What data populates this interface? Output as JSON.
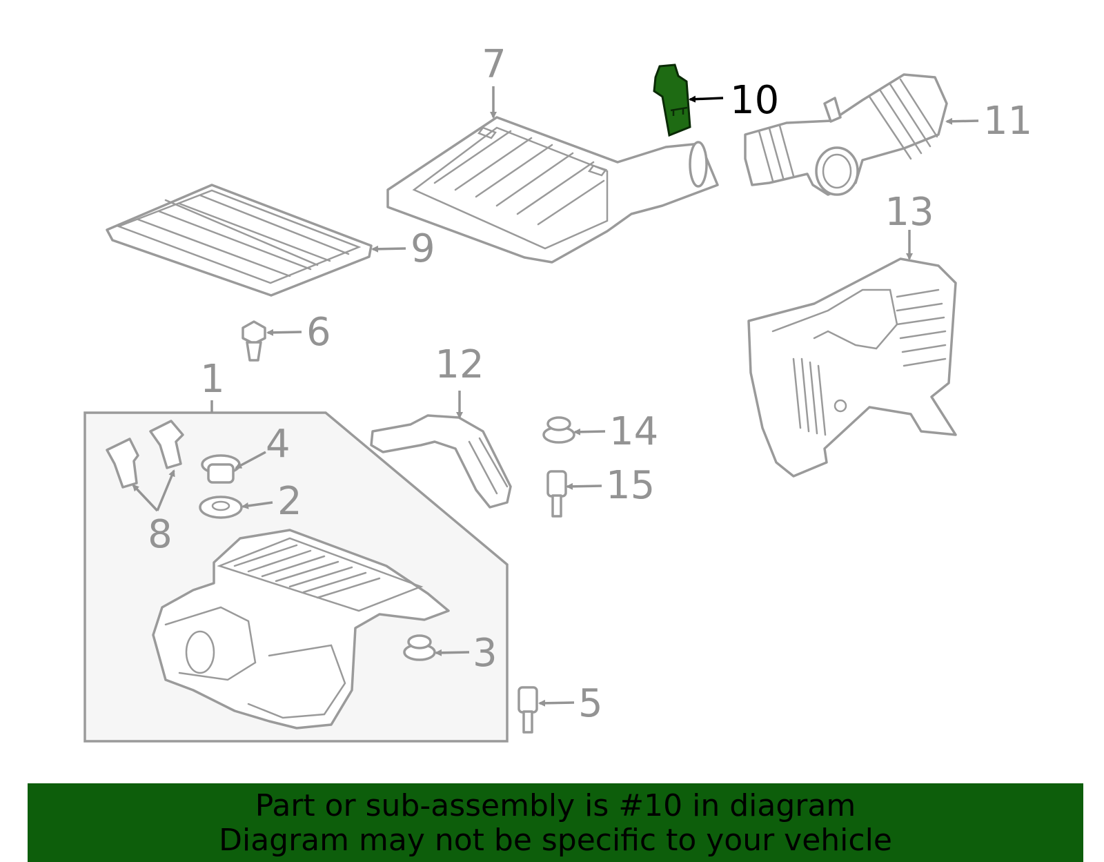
{
  "callouts": [
    {
      "number": "1"
    },
    {
      "number": "2"
    },
    {
      "number": "3"
    },
    {
      "number": "4"
    },
    {
      "number": "5"
    },
    {
      "number": "6"
    },
    {
      "number": "7"
    },
    {
      "number": "8"
    },
    {
      "number": "9"
    },
    {
      "number": "10",
      "highlighted": true
    },
    {
      "number": "11"
    },
    {
      "number": "12"
    },
    {
      "number": "13"
    },
    {
      "number": "14"
    },
    {
      "number": "15"
    }
  ],
  "highlight_color": "#0d5e0b",
  "banner": {
    "line1": "Part or sub-assembly is #10 in diagram",
    "line2": "Diagram may not be specific to your vehicle"
  }
}
